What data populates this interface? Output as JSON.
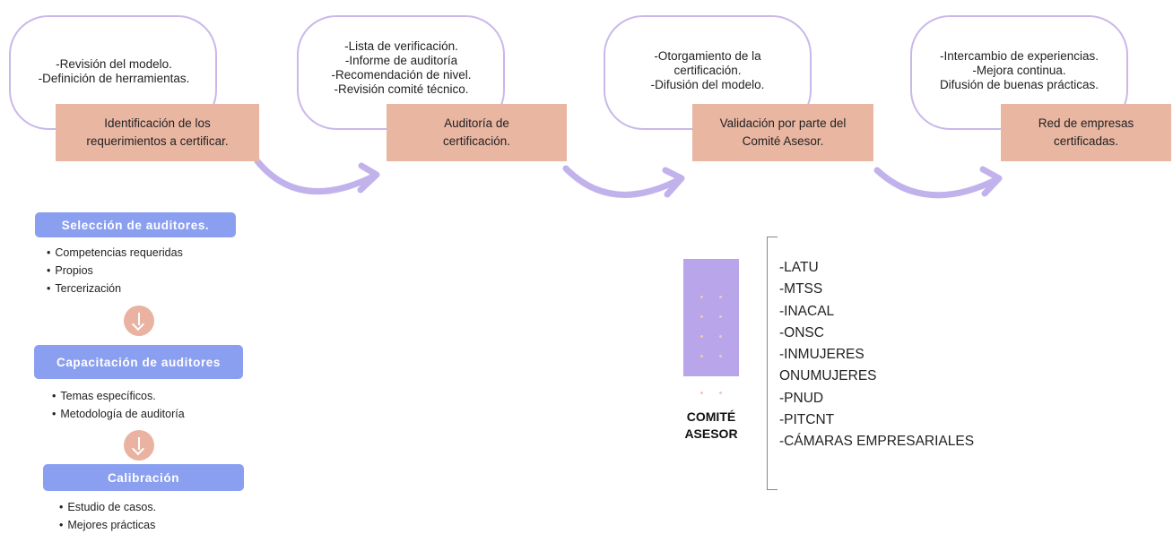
{
  "stages": [
    {
      "bubble_lines": [
        "-Revisión del modelo.",
        "-Definición de herramientas."
      ],
      "box_lines": [
        "Identificación de los",
        "requerimientos a certificar."
      ]
    },
    {
      "bubble_lines": [
        "-Lista de verificación.",
        "-Informe de auditoría",
        "-Recomendación de nivel.",
        "-Revisión comité técnico."
      ],
      "box_lines": [
        "Auditoría de",
        "certificación."
      ]
    },
    {
      "bubble_lines": [
        "-Otorgamiento de la",
        "certificación.",
        "-Difusión del modelo."
      ],
      "box_lines": [
        "Validación por parte del",
        "Comité Asesor."
      ]
    },
    {
      "bubble_lines": [
        "-Intercambio de experiencias.",
        "-Mejora continua.",
        "Difusión de buenas prácticas."
      ],
      "box_lines": [
        "Red de empresas",
        "certificadas."
      ]
    }
  ],
  "auditor_steps": [
    {
      "title": "Selección de auditores.",
      "items": [
        "Competencias requeridas",
        "Propios",
        "Tercerización"
      ]
    },
    {
      "title": "Capacitación de auditores",
      "items": [
        "Temas específicos.",
        "Metodología de auditoría"
      ]
    },
    {
      "title": "Calibración",
      "items": [
        "Estudio de casos.",
        "Mejores prácticas"
      ]
    }
  ],
  "committee": {
    "title_lines": [
      "COMITÉ",
      "ASESOR"
    ],
    "members": [
      "-LATU",
      "-MTSS",
      "-INACAL",
      "-ONSC",
      "-INMUJERES",
      "ONUMUJERES",
      "-PNUD",
      "-PITCNT",
      "-CÁMARAS EMPRESARIALES"
    ]
  },
  "colors": {
    "bubble_border": "#c9b8ea",
    "stage_box": "#e9b6a2",
    "arrow": "#c2b2ec",
    "pill": "#8b9ff0",
    "down_circle": "#eab2a1",
    "committee_bar": "#b8a5ea"
  },
  "icons": {
    "flow_arrow": "curved-arrow-icon",
    "step_arrow": "arrow-down-circle-icon"
  }
}
